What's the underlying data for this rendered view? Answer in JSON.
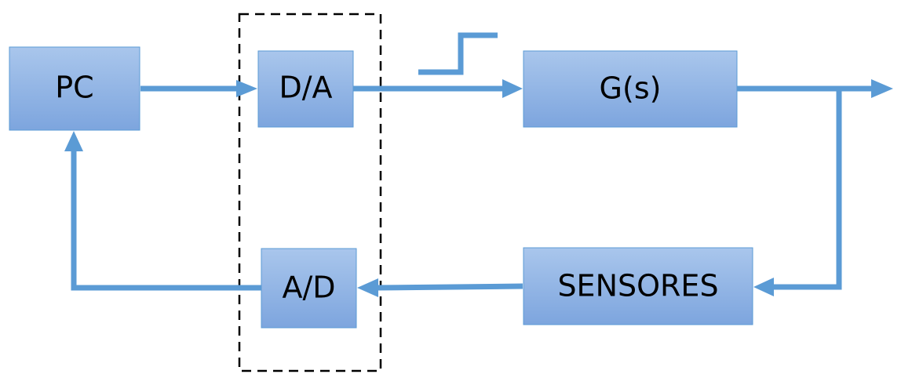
{
  "diagram": {
    "blocks": {
      "pc": "PC",
      "da": "D/A",
      "ad": "A/D",
      "plant": "G(s)",
      "sensors": "SENSORES"
    }
  },
  "colors": {
    "line": "#5b9bd5",
    "block_top": "#a7c4ea",
    "block_bottom": "#7ea6df",
    "boundary": "#000000",
    "text": "#000000"
  }
}
